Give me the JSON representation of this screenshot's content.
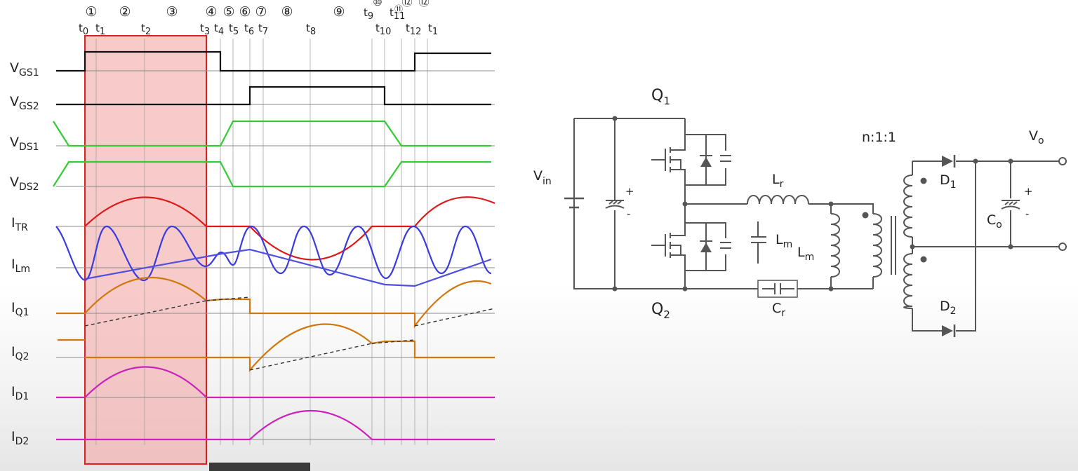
{
  "waveform": {
    "phases": [
      "①",
      "②",
      "③",
      "④",
      "⑤",
      "⑥",
      "⑦",
      "⑧",
      "⑨",
      "⑩",
      "⑪",
      "⑫",
      "⑫"
    ],
    "time_labels": [
      {
        "main": "t",
        "sub": "0"
      },
      {
        "main": "t",
        "sub": "1"
      },
      {
        "main": "t",
        "sub": "2"
      },
      {
        "main": "t",
        "sub": "3"
      },
      {
        "main": "t",
        "sub": "4"
      },
      {
        "main": "t",
        "sub": "5"
      },
      {
        "main": "t",
        "sub": "6"
      },
      {
        "main": "t",
        "sub": "7"
      },
      {
        "main": "t",
        "sub": "8"
      },
      {
        "main": "t",
        "sub": "9"
      },
      {
        "main": "t",
        "sub": "10"
      },
      {
        "main": "t",
        "sub": "11"
      },
      {
        "main": "t",
        "sub": "12"
      },
      {
        "main": "t",
        "sub": "1"
      }
    ],
    "signals": [
      {
        "main": "V",
        "sub": "GS1"
      },
      {
        "main": "V",
        "sub": "GS2"
      },
      {
        "main": "V",
        "sub": "DS1"
      },
      {
        "main": "V",
        "sub": "DS2"
      },
      {
        "main": "I",
        "sub": "TR"
      },
      {
        "main": "I",
        "sub": "Lm"
      },
      {
        "main": "I",
        "sub": "Q1"
      },
      {
        "main": "I",
        "sub": "Q2"
      },
      {
        "main": "I",
        "sub": "D1"
      },
      {
        "main": "I",
        "sub": "D2"
      }
    ],
    "highlight_color": "#f08080",
    "colors": {
      "gate": "#111111",
      "vds": "#33cc33",
      "itr": "#e01818",
      "ilm": "#3a3ae0",
      "iq": "#d0780e",
      "id": "#cc22bb"
    }
  },
  "circuit": {
    "q1": {
      "main": "Q",
      "sub": "1"
    },
    "q2": {
      "main": "Q",
      "sub": "2"
    },
    "vin": {
      "main": "V",
      "sub": "in"
    },
    "lr": {
      "main": "L",
      "sub": "r"
    },
    "lm_cap": {
      "main": "L",
      "sub": "m"
    },
    "lm": {
      "main": "L",
      "sub": "m"
    },
    "cr": {
      "main": "C",
      "sub": "r"
    },
    "ratio": "n:1:1",
    "vo": {
      "main": "V",
      "sub": "o"
    },
    "d1": {
      "main": "D",
      "sub": "1"
    },
    "d2": {
      "main": "D",
      "sub": "2"
    },
    "co": {
      "main": "C",
      "sub": "o"
    },
    "plus": "+",
    "minus": "-"
  }
}
